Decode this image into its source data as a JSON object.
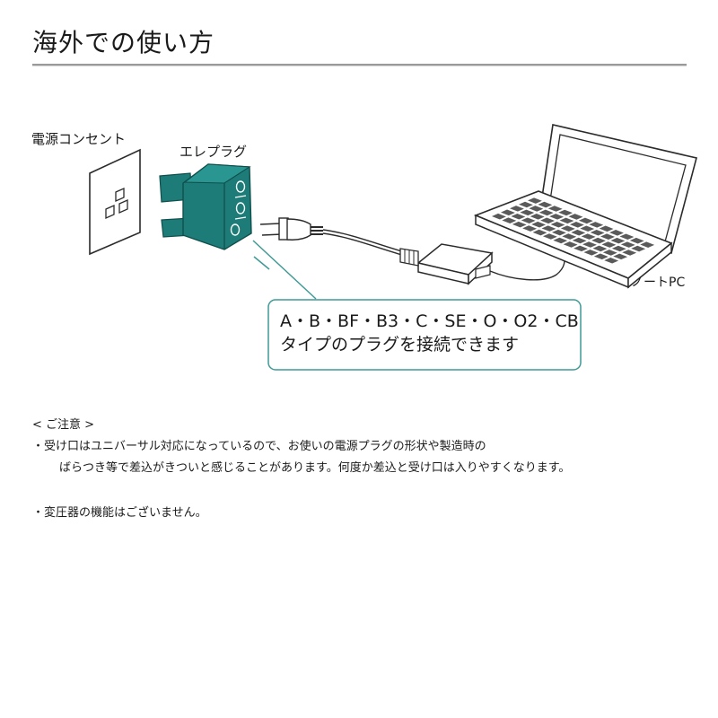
{
  "header": {
    "title": "海外での使い方"
  },
  "diagram": {
    "outlet_label": "電源コンセント",
    "plug_label": "エレプラグ",
    "pc_label": "ノートPC",
    "callout_line1": "A・B・BF・B3・C・SE・O・O2・CB",
    "callout_line2": "タイプのプラグを接続できます",
    "colors": {
      "adapter": "#1e7c78",
      "callout_border": "#3f9a95",
      "line": "#2b2b2b"
    }
  },
  "notes": {
    "heading": "< ご注意 >",
    "note1_line1": "・受け口はユニバーサル対応になっているので、お使いの電源プラグの形状や製造時の",
    "note1_line2": "ばらつき等で差込がきついと感じることがあります。何度か差込と受け口は入りやすくなります。",
    "note2": "・変圧器の機能はございません。"
  }
}
